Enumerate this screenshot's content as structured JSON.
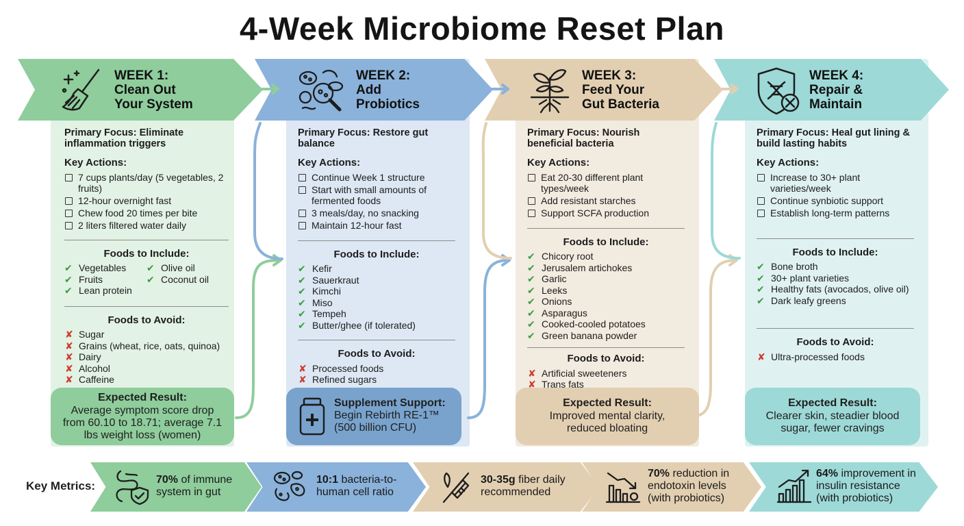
{
  "title": "4-Week Microbiome Reset Plan",
  "weeks": [
    {
      "week": "WEEK 1:",
      "name_line1": "Clean Out",
      "name_line2": "Your System",
      "focus": "Primary Focus: Eliminate inflammation triggers",
      "key_actions_label": "Key Actions:",
      "actions": [
        "7 cups plants/day (5 vegetables, 2 fruits)",
        "12-hour overnight fast",
        "Chew food 20 times per bite",
        "2 liters filtered water daily"
      ],
      "include_label": "Foods to Include:",
      "include": [
        "Vegetables",
        "Olive oil",
        "Fruits",
        "Coconut oil",
        "Lean protein"
      ],
      "avoid_label": "Foods to Avoid:",
      "avoid": [
        "Sugar",
        "Grains (wheat, rice, oats, quinoa)",
        "Dairy",
        "Alcohol",
        "Caffeine"
      ],
      "result_label": "Expected Result:",
      "result": "Average symptom score drop from 60.10 to 18.71; average 7.1 lbs weight loss (women)",
      "icon": "broom-icon",
      "color": "#8fcd9c"
    },
    {
      "week": "WEEK 2:",
      "name_line1": "Add",
      "name_line2": "Probiotics",
      "focus": "Primary Focus: Restore gut balance",
      "key_actions_label": "Key Actions:",
      "actions": [
        "Continue Week 1 structure",
        "Start with small amounts of fermented foods",
        "3 meals/day, no snacking",
        "Maintain 12-hour fast"
      ],
      "include_label": "Foods to Include:",
      "include": [
        "Kefir",
        "Sauerkraut",
        "Kimchi",
        "Miso",
        "Tempeh",
        "Butter/ghee (if tolerated)"
      ],
      "avoid_label": "Foods to Avoid:",
      "avoid": [
        "Processed foods",
        "Refined sugars"
      ],
      "supplement_label": "Supplement Support:",
      "supplement": "Begin Rebirth RE-1™ (500 billion CFU)",
      "icon": "microbe-magnifier-icon",
      "color": "#8ab2da"
    },
    {
      "week": "WEEK 3:",
      "name_line1": "Feed Your",
      "name_line2": "Gut Bacteria",
      "focus": "Primary Focus: Nourish beneficial bacteria",
      "key_actions_label": "Key Actions:",
      "actions": [
        "Eat 20-30 different plant types/week",
        "Add resistant starches",
        "Support SCFA production"
      ],
      "include_label": "Foods to Include:",
      "include": [
        "Chicory root",
        "Jerusalem artichokes",
        "Garlic",
        "Leeks",
        "Onions",
        "Asparagus",
        "Cooked-cooled potatoes",
        "Green banana powder"
      ],
      "avoid_label": "Foods to Avoid:",
      "avoid": [
        "Artificial sweeteners",
        "Trans fats"
      ],
      "result_label": "Expected Result:",
      "result": "Improved mental clarity, reduced bloating",
      "icon": "sprout-icon",
      "color": "#e2cfb1"
    },
    {
      "week": "WEEK 4:",
      "name_line1": "Repair &",
      "name_line2": "Maintain",
      "focus": "Primary Focus: Heal gut lining & build lasting habits",
      "key_actions_label": "Key Actions:",
      "actions": [
        "Increase to 30+ plant varieties/week",
        "Continue synbiotic support",
        "Establish long-term patterns"
      ],
      "include_label": "Foods to Include:",
      "include": [
        "Bone broth",
        "30+ plant varieties",
        "Healthy fats (avocados, olive oil)",
        "Dark leafy greens"
      ],
      "avoid_label": "Foods to Avoid:",
      "avoid": [
        "Ultra-processed foods"
      ],
      "result_label": "Expected Result:",
      "result": "Clearer skin, steadier blood sugar, fewer cravings",
      "icon": "dna-shield-icon",
      "color": "#9dd9d7"
    }
  ],
  "metrics_label": "Key Metrics:",
  "metrics": [
    {
      "bold": "70%",
      "rest": " of immune system in gut",
      "icon": "gut-shield-icon",
      "color": "#8fcd9c"
    },
    {
      "bold": "10:1",
      "rest": " bacteria-to-human cell ratio",
      "icon": "bacteria-icon",
      "color": "#8ab2da"
    },
    {
      "bold": "30-35g",
      "rest": " fiber daily recommended",
      "icon": "fiber-stalk-icon",
      "color": "#e2cfb1"
    },
    {
      "bold": "70%",
      "rest": " reduction in endotoxin levels (with probiotics)",
      "icon": "declining-chart-icon",
      "color": "#e2cfb1"
    },
    {
      "bold": "64%",
      "rest": " improvement in insulin resistance (with probiotics)",
      "icon": "rising-chart-icon",
      "color": "#9dd9d7"
    }
  ]
}
